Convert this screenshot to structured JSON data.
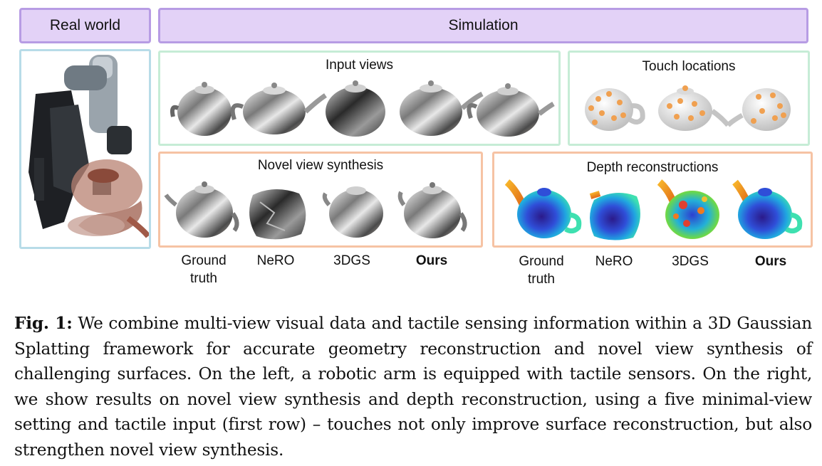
{
  "headers": {
    "real_world": "Real world",
    "simulation": "Simulation"
  },
  "panels": {
    "input_views": "Input views",
    "touch_locations": "Touch locations",
    "novel_view_synthesis": "Novel view synthesis",
    "depth_reconstructions": "Depth reconstructions"
  },
  "method_labels": {
    "nvs": [
      "Ground\ntruth",
      "NeRO",
      "3DGS",
      "Ours"
    ],
    "depth": [
      "Ground\ntruth",
      "NeRO",
      "3DGS",
      "Ours"
    ]
  },
  "caption": {
    "label": "Fig. 1:",
    "text": "We combine multi-view visual data and tactile sensing information within a 3D Gaussian Splatting framework for accurate geometry reconstruction and novel view synthesis of challenging surfaces. On the left, a robotic arm is equipped with tactile sensors. On the right, we show results on novel view synthesis and depth reconstruction, using a five minimal-view setting and tactile input (first row) – touches not only improve surface reconstruction, but also strengthen novel view synthesis."
  },
  "colors": {
    "header_fill": "#e3d2f7",
    "header_border": "#b79ce4",
    "real_world_border": "#b8dce8",
    "green_border": "#c6ecd6",
    "orange_border": "#f6c3a4",
    "touch_marker": "#f0a050"
  }
}
